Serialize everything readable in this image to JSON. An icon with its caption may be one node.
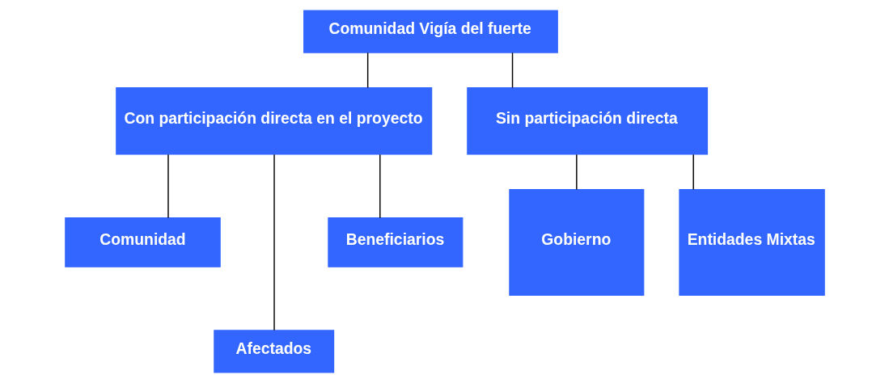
{
  "diagram": {
    "nodes": [
      {
        "text": [
          "Comunidad Vigía del fuerte"
        ]
      },
      {
        "text": [
          "Con participación directa en el proyecto"
        ]
      },
      {
        "text": [
          "Sin participación directa"
        ]
      },
      {
        "text": [
          "Comunidad"
        ]
      },
      {
        "text": [
          "Afectados"
        ]
      },
      {
        "text": [
          "Beneficiarios"
        ]
      },
      {
        "text": [
          "Gobierno"
        ]
      },
      {
        "text": [
          "Entidades Mixtas"
        ]
      }
    ],
    "edges": [
      {
        "from": 0,
        "to": 1,
        "arrow": "none"
      },
      {
        "from": 0,
        "to": 2,
        "arrow": "none"
      },
      {
        "from": 1,
        "to": 3,
        "arrow": "none"
      },
      {
        "from": 1,
        "to": 4,
        "arrow": "none"
      },
      {
        "from": 1,
        "to": 5,
        "arrow": "none"
      },
      {
        "from": 2,
        "to": 6,
        "arrow": "none"
      },
      {
        "from": 2,
        "to": 7,
        "arrow": "none"
      }
    ]
  }
}
